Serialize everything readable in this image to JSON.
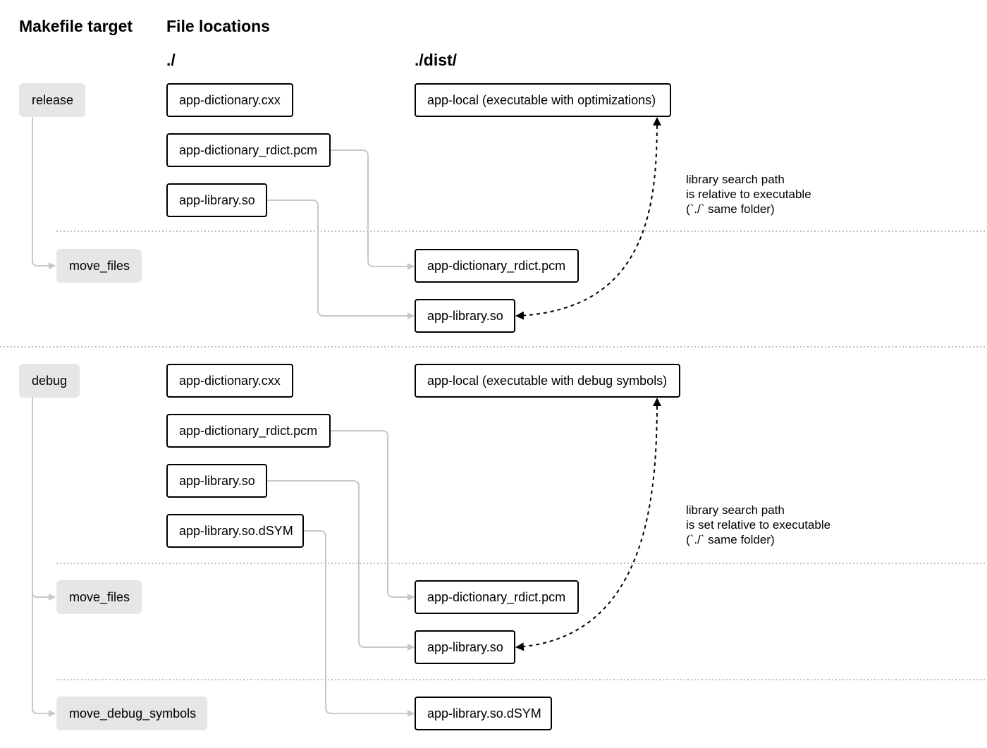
{
  "headings": {
    "makefile_target": "Makefile target",
    "file_locations": "File locations",
    "root_dir": "./",
    "dist_dir": "./dist/"
  },
  "release": {
    "target": "release",
    "move_files": "move_files",
    "source_files": [
      "app-dictionary.cxx",
      "app-dictionary_rdict.pcm",
      "app-library.so"
    ],
    "executable": "app-local (executable with optimizations)",
    "dist_files": [
      "app-dictionary_rdict.pcm",
      "app-library.so"
    ],
    "note": [
      "library search path",
      "is relative to executable",
      "(`./` same folder)"
    ]
  },
  "debug": {
    "target": "debug",
    "move_files": "move_files",
    "move_debug_symbols": "move_debug_symbols",
    "source_files": [
      "app-dictionary.cxx",
      "app-dictionary_rdict.pcm",
      "app-library.so",
      "app-library.so.dSYM"
    ],
    "executable": "app-local (executable with debug symbols)",
    "dist_files": [
      "app-dictionary_rdict.pcm",
      "app-library.so"
    ],
    "dist_dsym": "app-library.so.dSYM",
    "note": [
      "library search path",
      "is set relative to executable",
      "(`./` same folder)"
    ]
  },
  "colors": {
    "target_fill": "#e6e6e6",
    "connector": "#c8c8c8",
    "divider": "#9a9a9a"
  }
}
